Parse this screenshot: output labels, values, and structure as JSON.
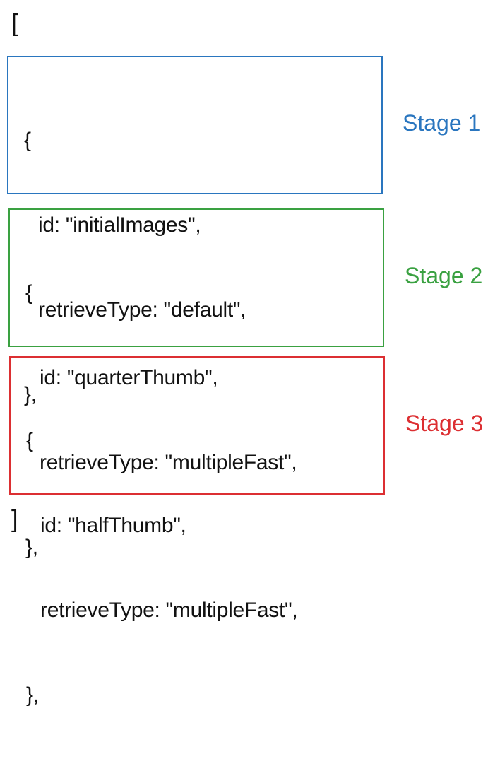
{
  "brackets": {
    "open": "[",
    "close": "]"
  },
  "stages": [
    {
      "label": "Stage 1",
      "color": "#2a76bf",
      "lines": [
        "{",
        "id: \"initialImages\",",
        "retrieveType: \"default\",",
        "},"
      ]
    },
    {
      "label": "Stage 2",
      "color": "#3aa141",
      "lines": [
        "{",
        "id: \"quarterThumb\",",
        "retrieveType: \"multipleFast\",",
        "},"
      ]
    },
    {
      "label": "Stage 3",
      "color": "#dc2f32",
      "lines": [
        "{",
        "id: \"halfThumb\",",
        "retrieveType: \"multipleFast\",",
        "},"
      ]
    }
  ]
}
